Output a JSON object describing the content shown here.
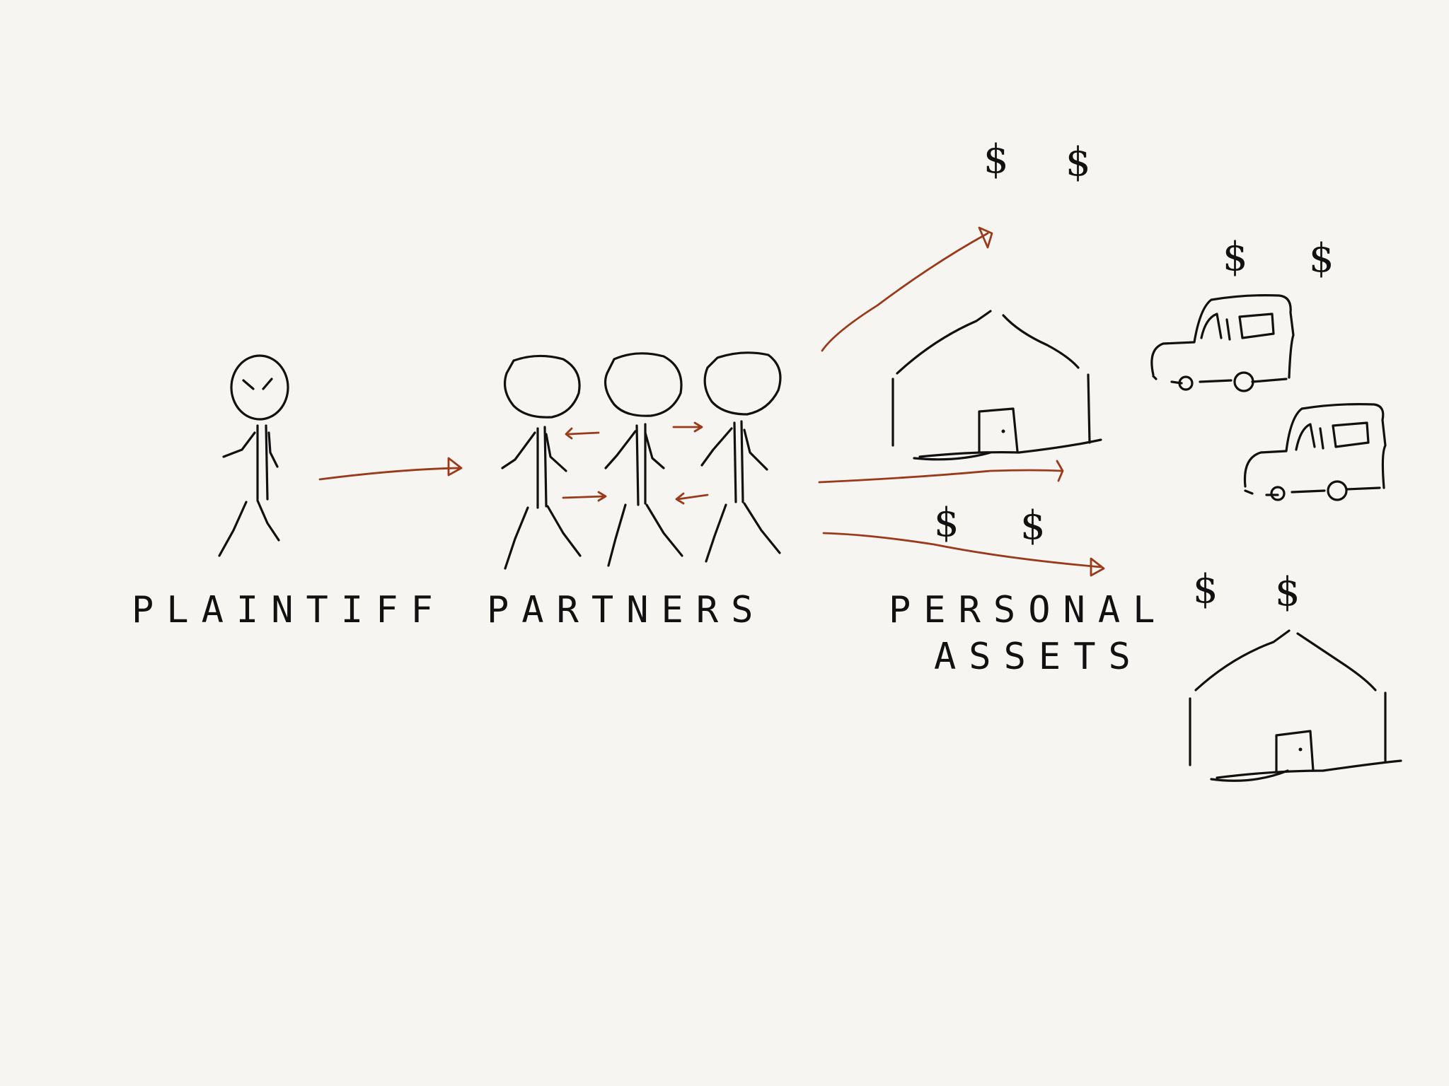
{
  "labels": {
    "plaintiff": "PLAINTIFF",
    "partners": "PARTNERS",
    "personal": "PERSONAL",
    "assets": "ASSETS"
  },
  "dollar_sign": "$",
  "colors": {
    "ink": "#111111",
    "arrow": "#9a3a1a",
    "background": "#f6f5f1"
  }
}
